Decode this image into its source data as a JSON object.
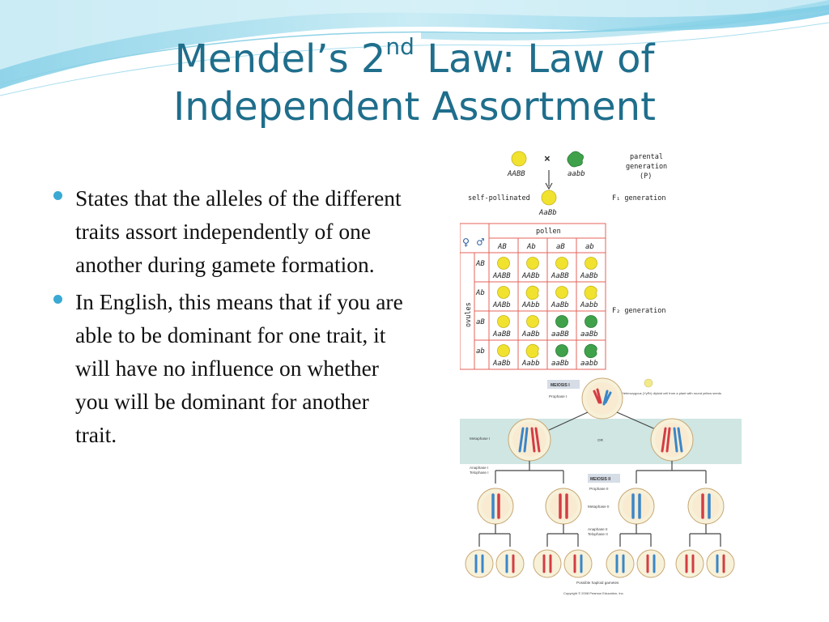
{
  "slide": {
    "title_part1": "Mendel’s 2",
    "title_sup": "nd",
    "title_part2": " Law:  Law of",
    "title_line2": "Independent Assortment",
    "bullets": [
      "States that the alleles of the different traits assort independently of one another during gamete formation.",
      "In English, this means that if you are able to be dominant for one trait, it will have no influence on whether you will be dominant for another trait."
    ],
    "colors": {
      "title": "#1f6e8c",
      "bullet": "#3aa9d4",
      "swoosh": "#7fcfe6"
    }
  },
  "cross_diagram": {
    "parent1": "AABB",
    "parent2": "aabb",
    "cross_symbol": "×",
    "parental_label": [
      "parental",
      "generation",
      "(P)"
    ],
    "self_pollinated": "self-pollinated",
    "f1_genotype": "AaBb",
    "f1_label": "F₁ generation",
    "f2_label": "F₂ generation",
    "pollen_label": "pollen",
    "ovules_label": "ovules",
    "sex_symbols": "♀ ♂",
    "gametes": [
      "AB",
      "Ab",
      "aB",
      "ab"
    ],
    "grid": [
      [
        {
          "g": "AABB",
          "c": "yellow",
          "w": false
        },
        {
          "g": "AABb",
          "c": "yellow",
          "w": false
        },
        {
          "g": "AaBB",
          "c": "yellow",
          "w": false
        },
        {
          "g": "AaBb",
          "c": "yellow",
          "w": false
        }
      ],
      [
        {
          "g": "AABb",
          "c": "yellow",
          "w": false
        },
        {
          "g": "AAbb",
          "c": "yellow",
          "w": true
        },
        {
          "g": "AaBb",
          "c": "yellow",
          "w": false
        },
        {
          "g": "Aabb",
          "c": "yellow",
          "w": true
        }
      ],
      [
        {
          "g": "AaBB",
          "c": "yellow",
          "w": false
        },
        {
          "g": "AaBb",
          "c": "yellow",
          "w": false
        },
        {
          "g": "aaBB",
          "c": "green",
          "w": false
        },
        {
          "g": "aaBb",
          "c": "green",
          "w": false
        }
      ],
      [
        {
          "g": "AaBb",
          "c": "yellow",
          "w": false
        },
        {
          "g": "Aabb",
          "c": "yellow",
          "w": true
        },
        {
          "g": "aaBb",
          "c": "green",
          "w": false
        },
        {
          "g": "aabb",
          "c": "green",
          "w": true
        }
      ]
    ]
  },
  "meiosis_diagram": {
    "meiosis1_badge": "MEIOSIS I",
    "prophase1": "Prophase I",
    "seed_caption": "Heterozygous (YyRr) diploid cell from a plant with round yellow seeds",
    "metaphase1": "Metaphase I",
    "or_label": "OR",
    "anaphase_telophase1": [
      "Anaphase I",
      "Telophase I"
    ],
    "meiosis2_badge": "MEIOSIS II",
    "prophase2": "Prophase II",
    "metaphase2": "Metaphase II",
    "anaphase_telophase2": [
      "Anaphase II",
      "Telophase II"
    ],
    "gametes_caption": "Possible haploid gametes",
    "copyright": "Copyright © 2008 Pearson Education, Inc."
  }
}
